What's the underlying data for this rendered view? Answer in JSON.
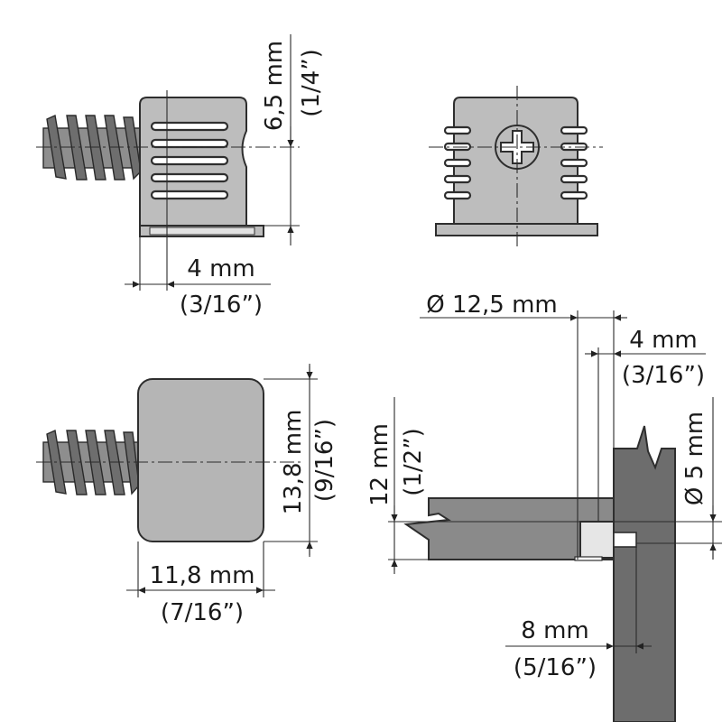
{
  "labels": {
    "top_height_mm": "6,5 mm",
    "top_height_in": "(1/4”)",
    "top_offset_mm": "4 mm",
    "top_offset_in": "(3/16”)",
    "body_diameter_mm": "Ø 12,5 mm",
    "assembly_offset_mm": "4 mm",
    "assembly_offset_in": "(3/16”)",
    "body_height_mm": "13,8 mm",
    "body_height_in": "(9/16”)",
    "panel_thickness_mm": "12 mm",
    "panel_thickness_in": "(1/2”)",
    "pin_diameter_mm": "Ø 5 mm",
    "body_width_mm": "11,8 mm",
    "body_width_in": "(7/16”)",
    "pin_depth_mm": "8 mm",
    "pin_depth_in": "(5/16”)"
  },
  "colors": {
    "connector_body": "#bdbdbd",
    "screw_core": "#8e8e8e",
    "screw_thread": "#6e6e6e",
    "panel_vertical": "#6d6d6d",
    "panel_horizontal": "#8a8a8a",
    "line": "#2a2a2a"
  }
}
